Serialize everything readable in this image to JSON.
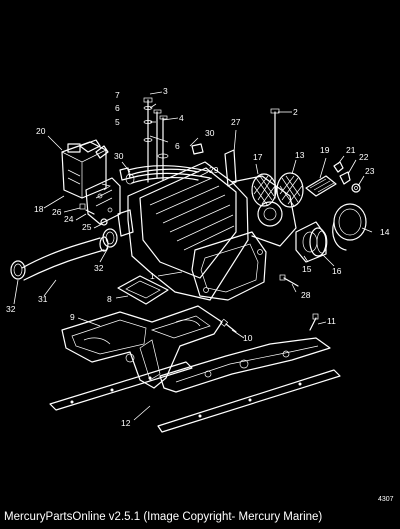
{
  "diagram": {
    "figure_number": "4307",
    "callouts": [
      "1",
      "2",
      "3",
      "4",
      "5",
      "6",
      "7",
      "8",
      "9",
      "10",
      "11",
      "12",
      "13",
      "14",
      "15",
      "16",
      "17",
      "18",
      "19",
      "20",
      "21",
      "22",
      "23",
      "24",
      "25",
      "26",
      "27",
      "28",
      "29",
      "30",
      "31",
      "32"
    ]
  },
  "footer": {
    "text": "MercuryPartsOnline v2.5.1 (Image Copyright- Mercury Marine)"
  }
}
